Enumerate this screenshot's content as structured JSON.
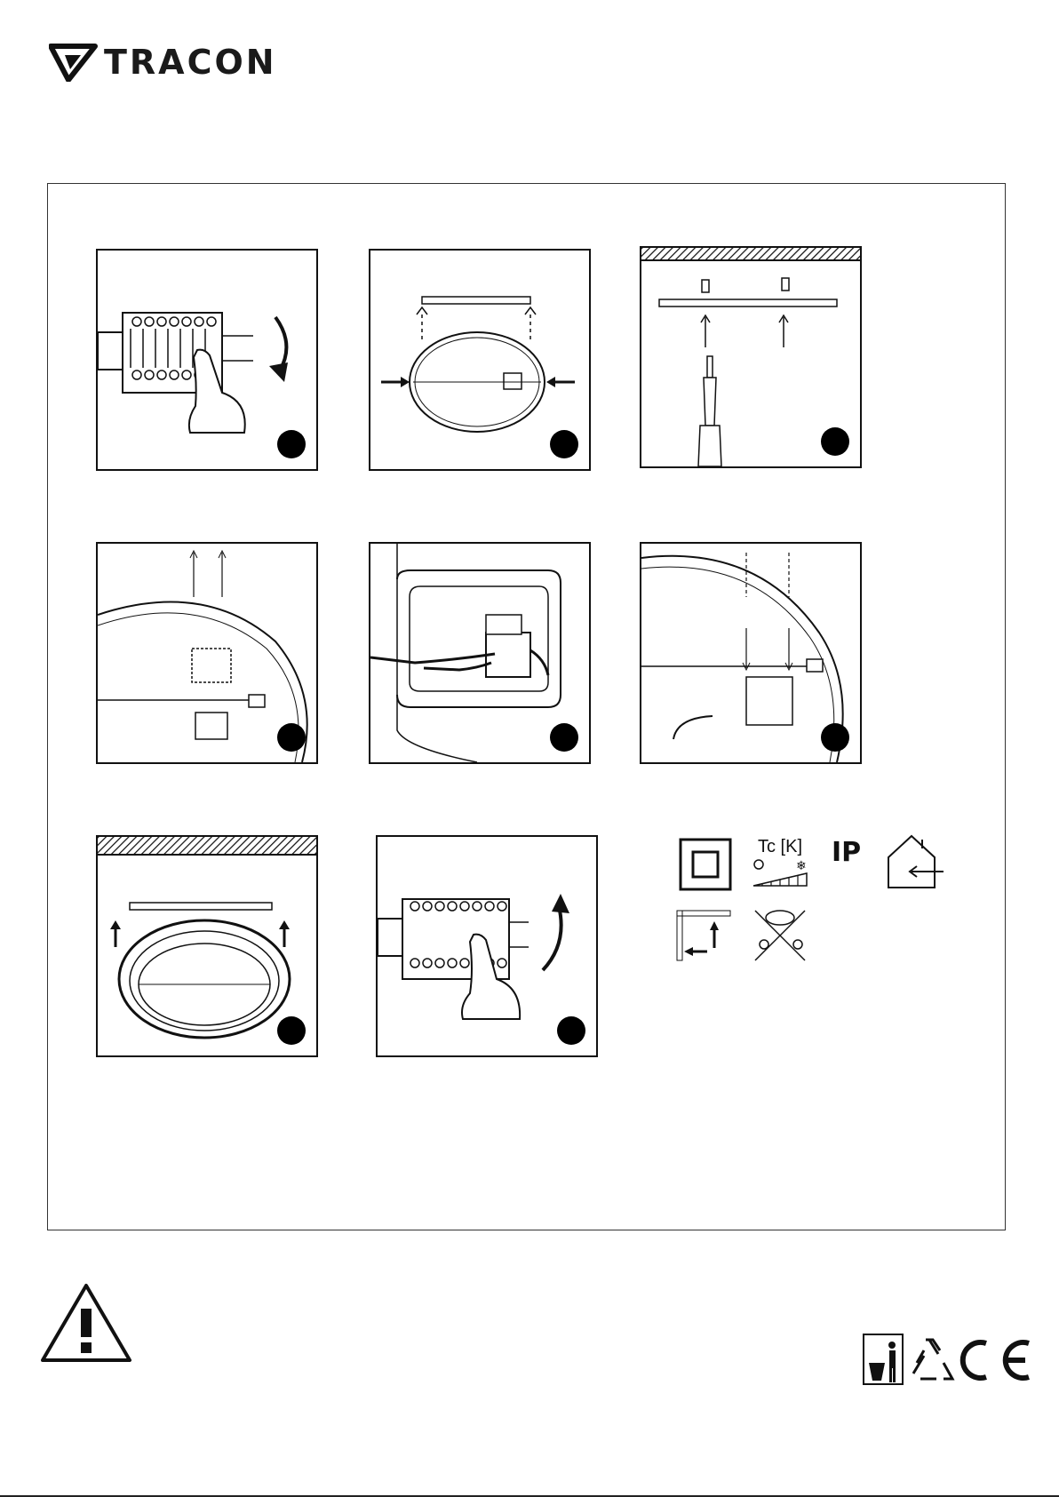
{
  "brand": {
    "name": "TRACON"
  },
  "steps": [
    {
      "id": 1,
      "illustration": "terminal-block-open-icon"
    },
    {
      "id": 2,
      "illustration": "remove-mounting-bracket-icon"
    },
    {
      "id": 3,
      "illustration": "screw-bracket-to-ceiling-icon"
    },
    {
      "id": 4,
      "illustration": "remove-junction-cover-icon"
    },
    {
      "id": 5,
      "illustration": "connect-wires-icon"
    },
    {
      "id": 6,
      "illustration": "refit-junction-cover-icon"
    },
    {
      "id": 7,
      "illustration": "attach-luminaire-to-ceiling-icon"
    },
    {
      "id": 8,
      "illustration": "terminal-block-close-icon"
    }
  ],
  "symbols": {
    "tc_label": "Tc [K]",
    "ip_label": "IP",
    "items": [
      "class-ii-double-insulation-icon",
      "color-temperature-icon",
      "ip-rating-icon",
      "indoor-use-icon",
      "wall-ceiling-mount-icon",
      "no-bulb-replacement-icon"
    ]
  },
  "footer": {
    "warning": "warning-triangle-icon",
    "marks": [
      "weee-bin-icon",
      "recycle-icon",
      "ce-mark-icon"
    ]
  }
}
